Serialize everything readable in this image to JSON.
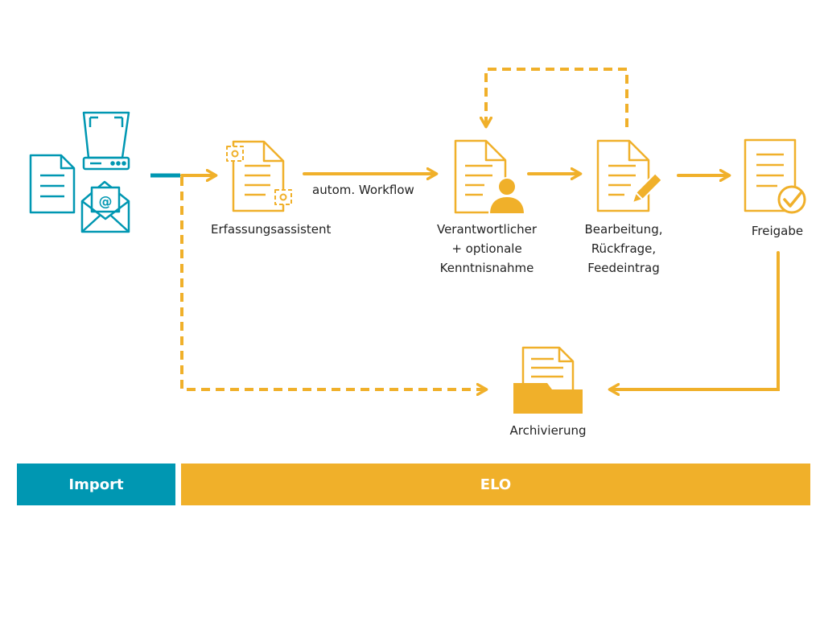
{
  "colors": {
    "accent": "#F0B02A",
    "teal": "#0097B2",
    "text": "#222222"
  },
  "labels": {
    "erfassung": "Erfassungsassistent",
    "workflow": "autom. Workflow",
    "verantwortlicher": [
      "Verantwortlicher",
      "+ optionale",
      "Kenntnisnahme"
    ],
    "bearbeitung": [
      "Bearbeitung,",
      "Rückfrage,",
      "Feedeintrag"
    ],
    "freigabe": "Freigabe",
    "archivierung": "Archivierung"
  },
  "bands": {
    "import": "Import",
    "elo": "ELO"
  },
  "icons": {
    "import": [
      "document-icon",
      "scanner-icon",
      "email-icon"
    ],
    "process": [
      "capture-document-icon",
      "person-document-icon",
      "edit-document-icon",
      "approved-document-icon",
      "archive-folder-icon"
    ]
  }
}
